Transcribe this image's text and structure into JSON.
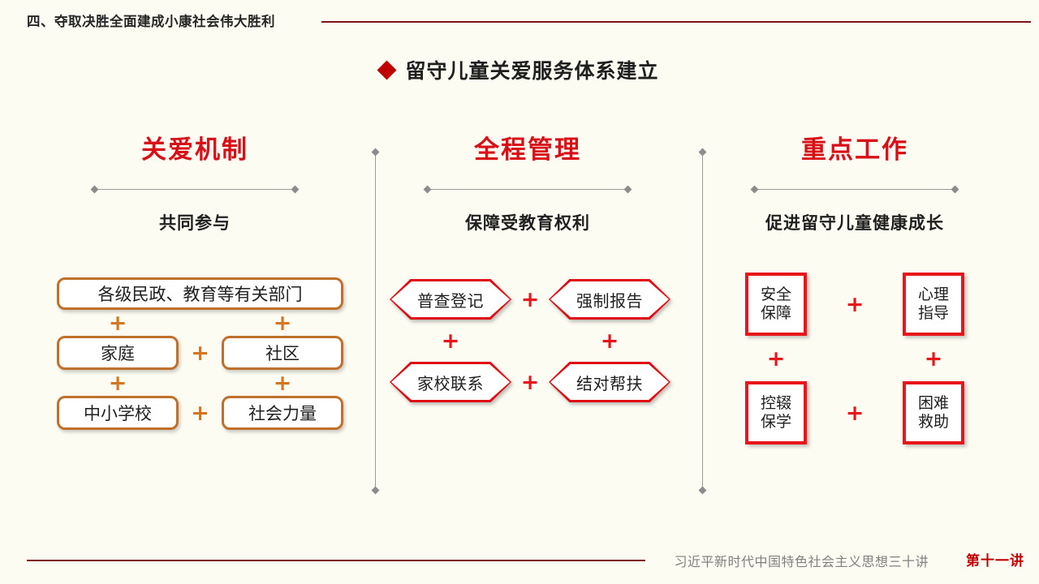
{
  "header": {
    "section_title": "四、夺取决胜全面建成小康社会伟大胜利"
  },
  "slide": {
    "title": "留守儿童关爱服务体系建立",
    "bullet_icon": "diamond-bullet-icon"
  },
  "columns": [
    {
      "id": "care-mechanism",
      "heading": "关爱机制",
      "subheading": "共同参与",
      "shape": "rounded-rect",
      "accent_color": "#c0702a",
      "plus_color": "#d4761f",
      "rows": [
        {
          "type": "wide",
          "items": [
            "各级民政、教育等有关部门"
          ]
        },
        {
          "type": "pair",
          "items": [
            "家庭",
            "社区"
          ]
        },
        {
          "type": "pair",
          "items": [
            "中小学校",
            "社会力量"
          ]
        }
      ],
      "plus_label": "+"
    },
    {
      "id": "whole-process-management",
      "heading": "全程管理",
      "subheading": "保障受教育权利",
      "shape": "hexagon",
      "accent_color": "#e00b14",
      "plus_color": "#e8151b",
      "rows": [
        {
          "type": "pair",
          "items": [
            "普查登记",
            "强制报告"
          ]
        },
        {
          "type": "pair",
          "items": [
            "家校联系",
            "结对帮扶"
          ]
        }
      ],
      "plus_label": "+"
    },
    {
      "id": "key-work",
      "heading": "重点工作",
      "subheading": "促进留守儿童健康成长",
      "shape": "square",
      "accent_color": "#e8151b",
      "plus_color": "#e8151b",
      "rows": [
        {
          "type": "pair",
          "items": [
            [
              "安全",
              "保障"
            ],
            [
              "心理",
              "指导"
            ]
          ]
        },
        {
          "type": "pair",
          "items": [
            [
              "控辍",
              "保学"
            ],
            [
              "困难",
              "救助"
            ]
          ]
        }
      ],
      "plus_label": "+"
    }
  ],
  "footer": {
    "series_text": "习近平新时代中国特色社会主义思想三十讲",
    "lecture_badge": "第十一讲"
  },
  "colors": {
    "background": "#fdfcf3",
    "brand_red": "#d90f17",
    "dark_red_rule": "#7d1416",
    "orange": "#c0702a",
    "divider_gray": "#9a9a9a",
    "text_dark": "#1f1f1f",
    "footer_gray": "#808080"
  }
}
